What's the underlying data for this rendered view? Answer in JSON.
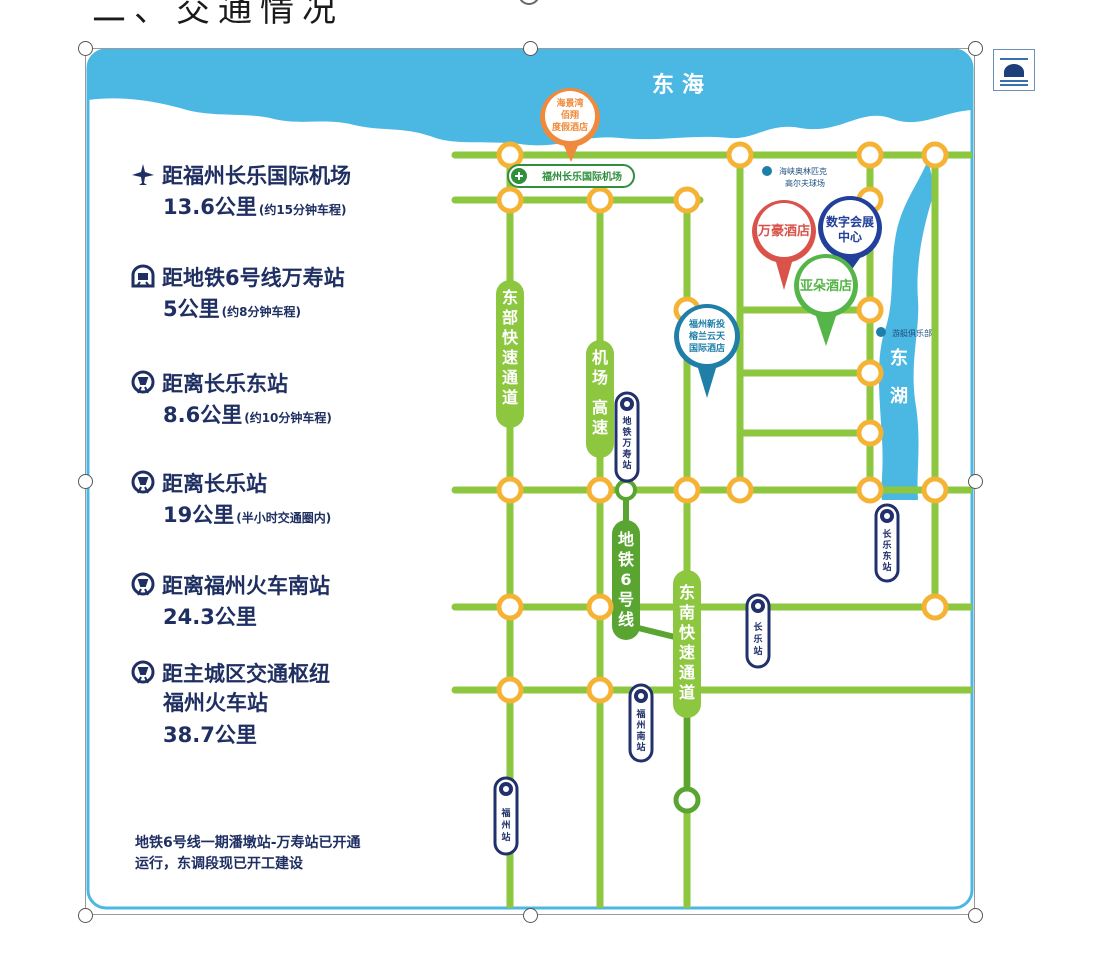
{
  "document": {
    "heading": "二、交通情况"
  },
  "map": {
    "sea_label": "东海",
    "lake_label": [
      "东",
      "湖"
    ],
    "roads": {
      "east_expressway": [
        "东",
        "部",
        "快",
        "速",
        "通",
        "道"
      ],
      "airport_expressway": [
        "机",
        "场",
        "高",
        "速"
      ],
      "metro_line6": [
        "地",
        "铁",
        "6",
        "号",
        "线"
      ],
      "southeast_expressway": [
        "东",
        "南",
        "快",
        "速",
        "通",
        "道"
      ]
    },
    "pois": {
      "hotel_beach": [
        "海景湾",
        "佰翔",
        "度假酒店"
      ],
      "airport": "福州长乐国际机场",
      "golf": [
        "海峡奥林匹克",
        "高尔夫球场"
      ],
      "wanhao": "万豪酒店",
      "expo": [
        "数字会展",
        "中心"
      ],
      "yaduo": "亚朵酒店",
      "xintou": [
        "福州新投",
        "榕兰云天",
        "国际酒店"
      ],
      "yacht": "游艇俱乐部"
    },
    "stations": {
      "wanshou": [
        "地",
        "铁",
        "万",
        "寿",
        "站"
      ],
      "changle_east": [
        "长",
        "乐",
        "东",
        "站"
      ],
      "changle": [
        "长",
        "乐",
        "站"
      ],
      "fuzhou_south": [
        "福",
        "州",
        "南",
        "站"
      ],
      "fuzhou": [
        "福",
        "州",
        "站"
      ]
    }
  },
  "info": [
    {
      "icon": "plane-icon",
      "title": "距福州长乐国际机场",
      "distance": "13.6公里",
      "note": "(约15分钟车程)"
    },
    {
      "icon": "metro-icon",
      "title": "距地铁6号线万寿站",
      "distance": "5公里",
      "note": "(约8分钟车程)"
    },
    {
      "icon": "train-icon",
      "title": "距离长乐东站",
      "distance": "8.6公里",
      "note": "(约10分钟车程)"
    },
    {
      "icon": "train-icon",
      "title": "距离长乐站",
      "distance": "19公里",
      "note": "(半小时交通圈内)"
    },
    {
      "icon": "train-icon",
      "title": "距离福州火车南站",
      "distance": "24.3公里",
      "note": ""
    },
    {
      "icon": "train-icon",
      "title": "距主城区交通枢纽",
      "line2": "福州火车站",
      "distance": "38.7公里",
      "note": ""
    }
  ],
  "footnote": [
    "地铁6号线一期潘墩站-万寿站已开通",
    "运行，东调段现已开工建设"
  ],
  "colors": {
    "sea": "#4bb8e3",
    "road": "#8dc63f",
    "metro": "#5aa532",
    "node": "#f5b335",
    "text": "#1f2f62",
    "wanhao": "#d9534a",
    "expo": "#22409a",
    "yaduo": "#55b548",
    "xintou": "#1f7fa8",
    "beach": "#ef8a3c"
  }
}
